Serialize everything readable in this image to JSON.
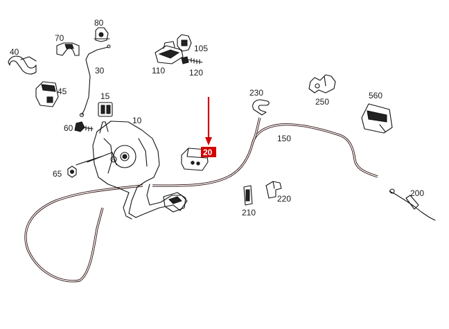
{
  "diagram": {
    "labels": {
      "l10": "10",
      "l15": "15",
      "l20": "20",
      "l30": "30",
      "l40": "40",
      "l45": "45",
      "l60": "60",
      "l65": "65",
      "l70": "70",
      "l80": "80",
      "l105": "105",
      "l110": "110",
      "l120": "120",
      "l150": "150",
      "l200": "200",
      "l210": "210",
      "l220": "220",
      "l230": "230",
      "l250": "250",
      "l560": "560"
    },
    "highlighted_part": "20",
    "colors": {
      "highlight": "#d40000",
      "linework": "#111111",
      "cable": "#b30000"
    }
  }
}
